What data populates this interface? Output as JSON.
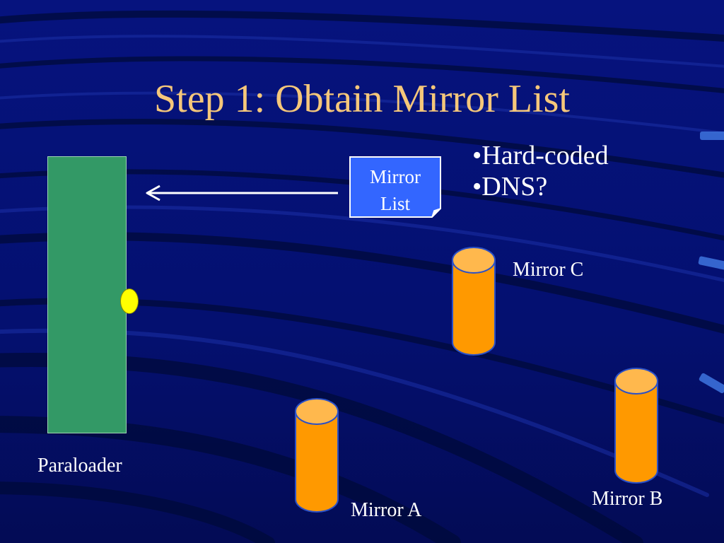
{
  "title": "Step 1: Obtain Mirror List",
  "bullets": [
    "•Hard-coded",
    "•DNS?"
  ],
  "document": {
    "label_line1": "Mirror",
    "label_line2": "List"
  },
  "nodes": {
    "paraloader": "Paraloader",
    "mirror_a": "Mirror A",
    "mirror_b": "Mirror B",
    "mirror_c": "Mirror C"
  },
  "colors": {
    "background": "#05107a",
    "title": "#f5c77a",
    "paraloader": "#339966",
    "cylinder": "#ff9900",
    "document": "#3366ff",
    "dot": "#ffff00"
  }
}
